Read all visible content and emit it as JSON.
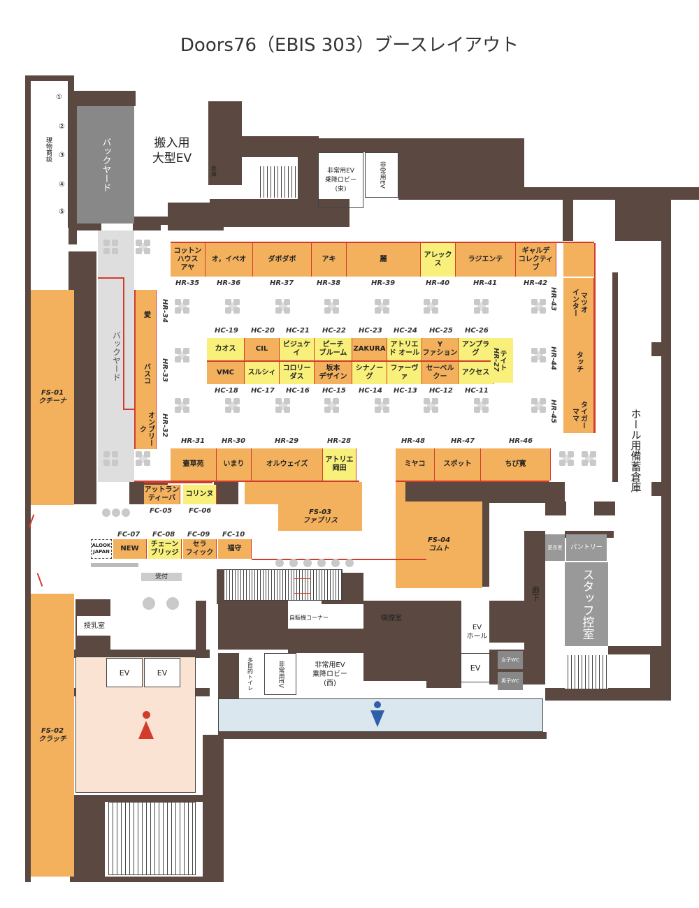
{
  "title": "Doors76（EBIS 303）ブースレイアウト",
  "colors": {
    "wall": "#5b4840",
    "orange": "#f4b15d",
    "yellow": "#f8f07a",
    "red": "#d23c2c",
    "gray": "#9a9a9a",
    "pink": "#fbe3d4",
    "blue": "#dbe7ef"
  },
  "rooms": {
    "backyard_top": "バックヤード",
    "freight_ev": "搬入用\n大型EV",
    "emergency_ev_east": "非常用EV\n乗降ロビー\n(東)",
    "emergency_ev": "非常用EV",
    "storage_small": "倉庫",
    "fitting": "現物商談",
    "fitting_nums": [
      "①",
      "②",
      "③",
      "④",
      "⑤"
    ],
    "backyard_mid": "バックヤード",
    "hall_storage": "ホール用備蓄倉庫",
    "staff_room": "スタッフ控室",
    "pantry": "パントリー",
    "corridor": "廊下",
    "reception": "受付",
    "vending": "自販機コーナー",
    "smoking": "喫煙室",
    "ev_hall": "EV\nホール",
    "ev": "EV",
    "nursing": "授乳室",
    "multi_toilet": "多目的トイレ",
    "emergency_ev_west": "非常用EV\n乗降ロビー\n(西)",
    "womens_wc": "女子WC",
    "mens_wc": "男子WC",
    "small_room": "更衣室"
  },
  "hr_top": [
    {
      "id": "HR-35",
      "name": "コットン\nハウス\nアヤ",
      "color": "orange"
    },
    {
      "id": "HR-36",
      "name": "オ，イペオ",
      "color": "orange"
    },
    {
      "id": "HR-37",
      "name": "ダボダボ",
      "color": "orange"
    },
    {
      "id": "HR-38",
      "name": "アキ",
      "color": "orange"
    },
    {
      "id": "HR-39",
      "name": "麗",
      "color": "orange"
    },
    {
      "id": "HR-40",
      "name": "アレックス",
      "color": "yellow"
    },
    {
      "id": "HR-41",
      "name": "ラジエンテ",
      "color": "orange"
    },
    {
      "id": "HR-42",
      "name": "ギャルデ\nコレクティブ",
      "color": "orange"
    }
  ],
  "hr_left": [
    {
      "id": "HR-34",
      "name": "愛"
    },
    {
      "id": "HR-33",
      "name": "バスコ"
    },
    {
      "id": "HR-32",
      "name": "オンブリーク"
    }
  ],
  "hr_right": [
    {
      "id": "HR-43",
      "name": "マツオ\nインター"
    },
    {
      "id": "HR-44",
      "name": "タッチ"
    },
    {
      "id": "HR-45",
      "name": "タイガー\nママ"
    }
  ],
  "hr_bottom_left": [
    {
      "id": "HR-31",
      "name": "壷草苑",
      "color": "orange"
    },
    {
      "id": "HR-30",
      "name": "いまり",
      "color": "orange"
    },
    {
      "id": "HR-29",
      "name": "オルウェイズ",
      "color": "orange"
    },
    {
      "id": "HR-28",
      "name": "アトリエ\n岡田",
      "color": "yellow"
    }
  ],
  "hr_bottom_right": [
    {
      "id": "HR-48",
      "name": "ミヤコ"
    },
    {
      "id": "HR-47",
      "name": "スポット"
    },
    {
      "id": "HR-46",
      "name": "ちび寛"
    }
  ],
  "hc_top": [
    {
      "id": "HC-19",
      "name": "カオス",
      "color": "yellow"
    },
    {
      "id": "HC-20",
      "name": "CIL",
      "color": "orange"
    },
    {
      "id": "HC-21",
      "name": "ビジュケイ",
      "color": "yellow"
    },
    {
      "id": "HC-22",
      "name": "ピーチ\nブルーム",
      "color": "yellow"
    },
    {
      "id": "HC-23",
      "name": "ZAKURA",
      "color": "orange"
    },
    {
      "id": "HC-24",
      "name": "アトリエ\nド オール",
      "color": "yellow"
    },
    {
      "id": "HC-25",
      "name": "Y\nファション",
      "color": "orange"
    },
    {
      "id": "HC-26",
      "name": "アンプラグ",
      "color": "yellow"
    }
  ],
  "hc_bottom": [
    {
      "id": "HC-18",
      "name": "VMC",
      "color": "orange"
    },
    {
      "id": "HC-17",
      "name": "スルシィ",
      "color": "yellow"
    },
    {
      "id": "HC-16",
      "name": "コロリー\nダス",
      "color": "yellow"
    },
    {
      "id": "HC-15",
      "name": "坂本\nデザイン",
      "color": "orange"
    },
    {
      "id": "HC-14",
      "name": "シナノーグ",
      "color": "yellow"
    },
    {
      "id": "HC-13",
      "name": "ファーヴァ",
      "color": "yellow"
    },
    {
      "id": "HC-12",
      "name": "セーベル\nクー",
      "color": "orange"
    },
    {
      "id": "HC-11",
      "name": "アクセス",
      "color": "yellow"
    }
  ],
  "hr27": {
    "id": "HR-27",
    "name": "テイト"
  },
  "fc_upper": [
    {
      "id": "FC-05",
      "name": "アットラン\nティーバ",
      "color": "orange"
    },
    {
      "id": "FC-06",
      "name": "コリンヌ",
      "color": "yellow"
    }
  ],
  "fc_lower": [
    {
      "id": "FC-07",
      "name": "NEW",
      "color": "orange"
    },
    {
      "id": "FC-08",
      "name": "チェーン\nブリッジ",
      "color": "yellow"
    },
    {
      "id": "FC-09",
      "name": "セラ\nフィック",
      "color": "orange"
    },
    {
      "id": "FC-10",
      "name": "福守",
      "color": "orange"
    }
  ],
  "alook": "ALOOK\nJAPAN",
  "fs": [
    {
      "id": "FS-01",
      "name": "クチーナ"
    },
    {
      "id": "FS-02",
      "name": "クラッチ"
    },
    {
      "id": "FS-03",
      "name": "ファブリス"
    },
    {
      "id": "FS-04",
      "name": "コムト"
    }
  ]
}
